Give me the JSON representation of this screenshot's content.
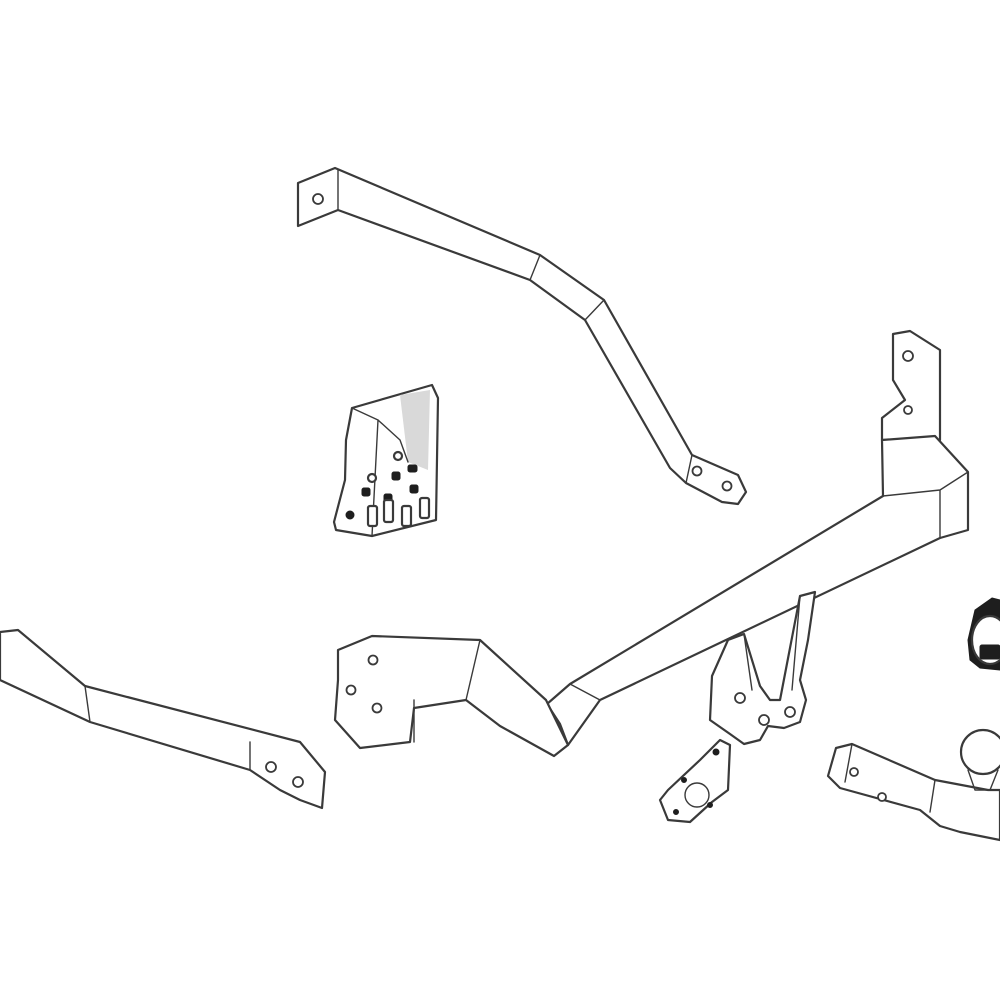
{
  "diagram": {
    "kind": "exploded-view",
    "colors": {
      "background": "#ffffff",
      "line": "#3a3a3a",
      "dark_part": "#1e1e1e"
    },
    "parts": [
      {
        "id": "upper-side-bracket",
        "icon": "bracket-arm"
      },
      {
        "id": "lower-side-bracket",
        "icon": "bracket-arm"
      },
      {
        "id": "fitting-kit-bag",
        "icon": "bolt-bag"
      },
      {
        "id": "crossbar",
        "icon": "tow-crossbar"
      },
      {
        "id": "socket-plate",
        "icon": "socket-plate"
      },
      {
        "id": "electrical-socket",
        "icon": "plug-socket"
      },
      {
        "id": "tow-ball-neck",
        "icon": "tow-ball"
      }
    ]
  }
}
